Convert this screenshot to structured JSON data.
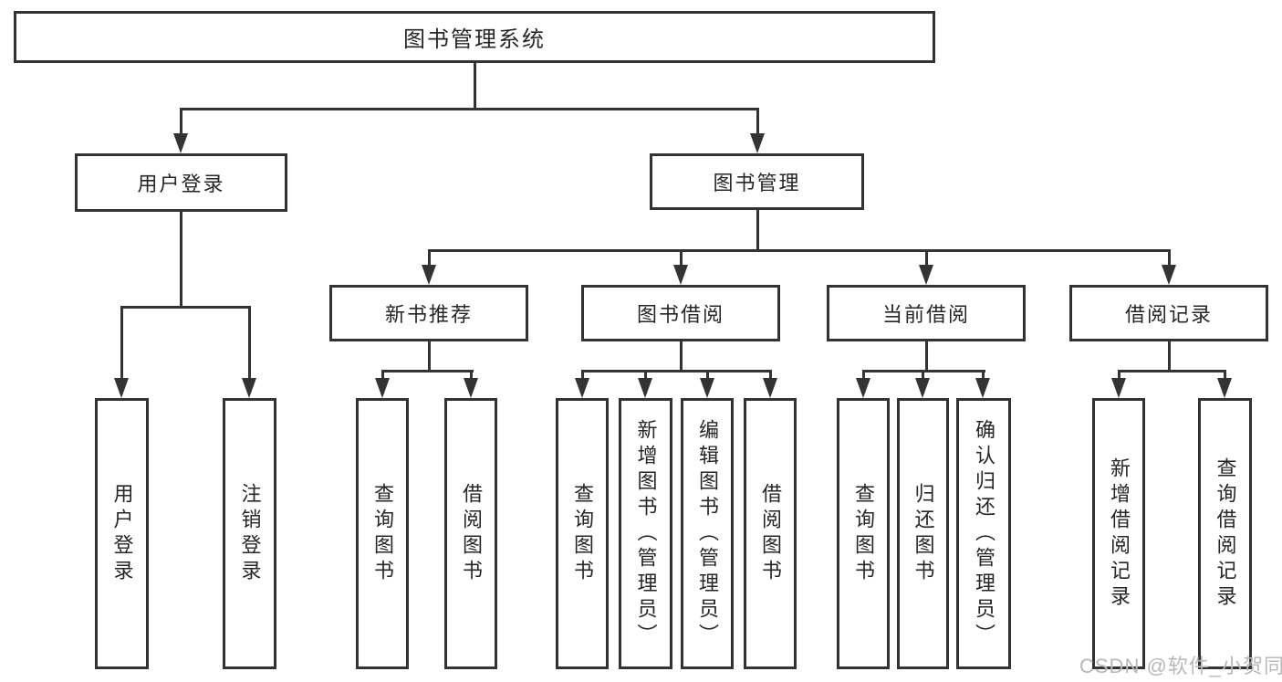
{
  "diagram": {
    "root_label": "图书管理系统",
    "user_login": {
      "label": "用户登录",
      "children": [
        {
          "label": "用户登录"
        },
        {
          "label": "注销登录"
        }
      ]
    },
    "book_management": {
      "label": "图书管理",
      "sections": [
        {
          "label": "新书推荐",
          "children": [
            {
              "label": "查询图书"
            },
            {
              "label": "借阅图书"
            }
          ]
        },
        {
          "label": "图书借阅",
          "children": [
            {
              "label": "查询图书"
            },
            {
              "label": "新增图书（管理员）"
            },
            {
              "label": "编辑图书（管理员）"
            },
            {
              "label": "借阅图书"
            }
          ]
        },
        {
          "label": "当前借阅",
          "children": [
            {
              "label": "查询图书"
            },
            {
              "label": "归还图书"
            },
            {
              "label": "确认归还（管理员）"
            }
          ]
        },
        {
          "label": "借阅记录",
          "children": [
            {
              "label": "新增借阅记录"
            },
            {
              "label": "查询借阅记录"
            }
          ]
        }
      ]
    }
  },
  "watermark": "CSDN @软件_小贺同学",
  "colors": {
    "line": "#333333",
    "text": "#262626",
    "watermark": "#b8b8b8",
    "background": "#ffffff"
  }
}
